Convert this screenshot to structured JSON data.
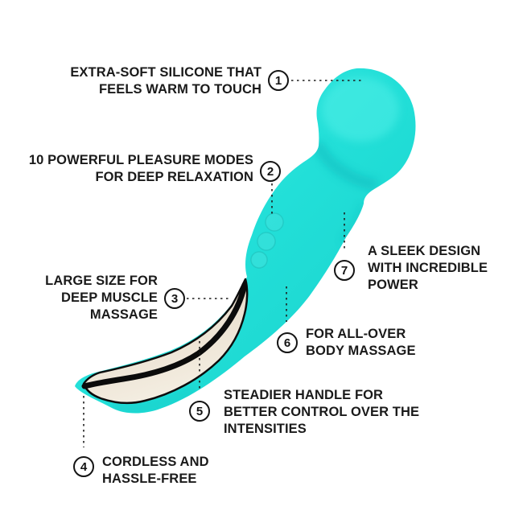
{
  "colors": {
    "product_teal": "#21E0D9",
    "product_teal_dark": "#0FB9BE",
    "handle_inner_cream": "#E8DCCB",
    "outline_black": "#0C0C0C",
    "text_color": "#1A1A1A"
  },
  "product": {
    "illustration": "teal cordless wand massager shown diagonally, head top-right, curved handle bottom-left with cream inner face"
  },
  "callouts": [
    {
      "number": "1",
      "label": "EXTRA-SOFT SILICONE THAT\nFEELS WARM TO TOUCH"
    },
    {
      "number": "2",
      "label": "10 POWERFUL PLEASURE MODES\nFOR DEEP RELAXATION"
    },
    {
      "number": "3",
      "label": "LARGE SIZE FOR\nDEEP MUSCLE\nMASSAGE"
    },
    {
      "number": "4",
      "label": "CORDLESS AND\nHASSLE-FREE"
    },
    {
      "number": "5",
      "label": "STEADIER HANDLE FOR\nBETTER CONTROL OVER THE\nINTENSITIES"
    },
    {
      "number": "6",
      "label": "FOR ALL-OVER\nBODY MASSAGE"
    },
    {
      "number": "7",
      "label": "A SLEEK DESIGN\nWITH INCREDIBLE\nPOWER"
    }
  ]
}
